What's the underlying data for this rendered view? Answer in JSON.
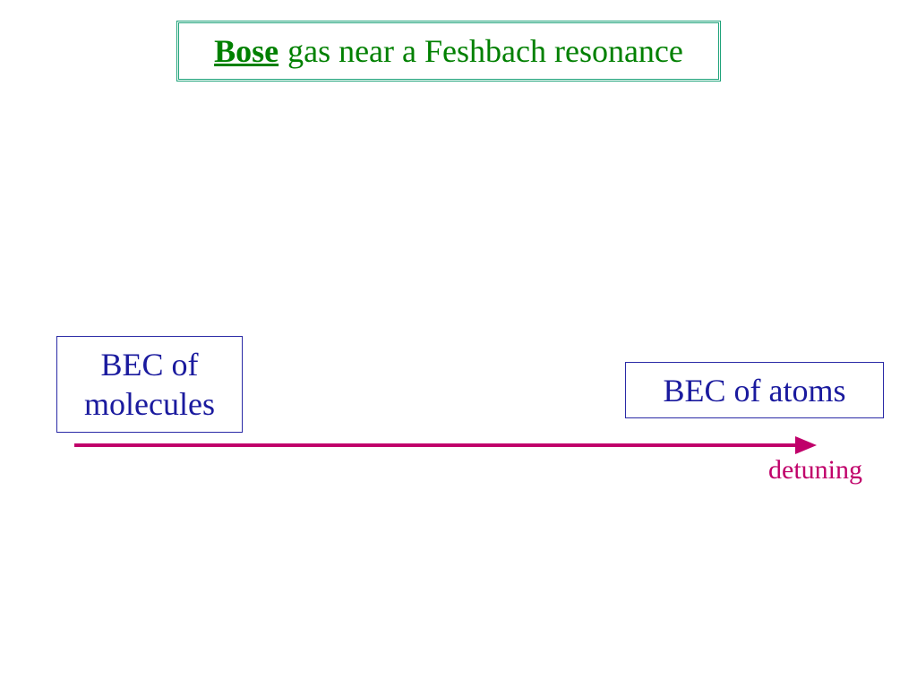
{
  "title": {
    "emphasis": "Bose",
    "rest": "gas near a Feshbach resonance"
  },
  "boxes": {
    "left_line1": "BEC of",
    "left_line2": "molecules",
    "right": "BEC of atoms"
  },
  "axis": {
    "label": "detuning"
  },
  "colors": {
    "title_text": "#008000",
    "title_border": "#1fa37a",
    "box_text": "#1a1a9e",
    "box_border": "#2a2aa6",
    "axis": "#c0006a"
  }
}
